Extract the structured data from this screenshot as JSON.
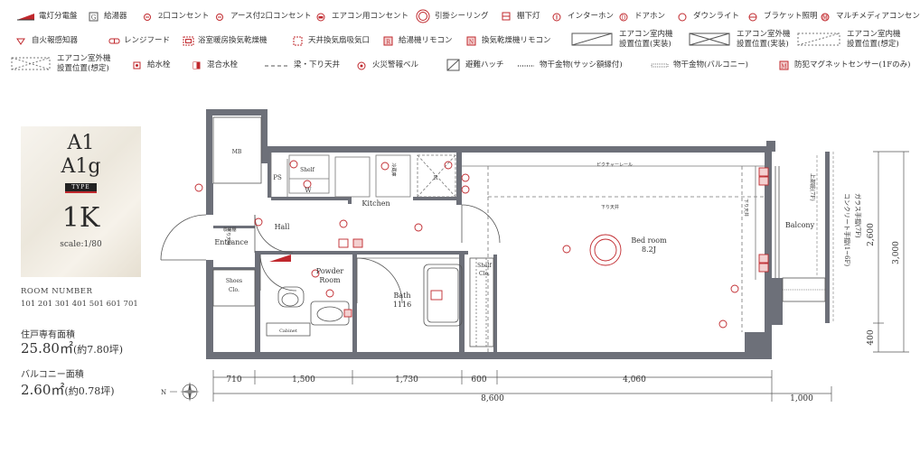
{
  "legend": {
    "row1": [
      "電灯分電盤",
      "給湯器",
      "2口コンセント",
      "アース付2口コンセント",
      "エアコン用コンセント",
      "引掛シーリング",
      "棚下灯",
      "インターホン",
      "ドアホン",
      "ダウンライト",
      "ブラケット照明",
      "マルチメディアコンセント"
    ],
    "row2": [
      "自火報感知器",
      "レンジフード",
      "浴室暖房換気乾燥機",
      "天井換気扇吸気口",
      "給湯機リモコン",
      "換気乾燥機リモコン",
      "エアコン室内機\n設置位置(実装)",
      "エアコン室外機\n設置位置(実装)",
      "エアコン室内機\n設置位置(想定)"
    ],
    "row3": [
      "エアコン室外機\n設置位置(想定)",
      "給水栓",
      "混合水栓",
      "梁・下り天井",
      "火災警報ベル",
      "避難ハッチ",
      "物干金物(サッシ額縁付)",
      "物干金物(バルコニー)",
      "防犯マグネットセンサー(1Fのみ)"
    ],
    "icon_letters": {
      "water_heater": "G",
      "earth": "E",
      "intercom": "I",
      "doorphone": "D",
      "multimedia": "M",
      "shelf_light": "田",
      "remote1": "R",
      "remote2": "N",
      "hatch": "H"
    }
  },
  "card": {
    "type_name_1": "A1",
    "type_name_2": "A1g",
    "type_label": "TYPE",
    "layout": "1K",
    "scale": "scale:1/80"
  },
  "room_info": {
    "room_number_label": "ROOM NUMBER",
    "room_numbers": "101 201 301 401 501 601 701",
    "area_label": "住戸専有面積",
    "area_value": "25.80㎡",
    "area_tsubo": "(約7.80坪)",
    "balcony_label": "バルコニー面積",
    "balcony_value": "2.60㎡",
    "balcony_tsubo": "(約0.78坪)"
  },
  "plan": {
    "rooms": {
      "mb": "MB",
      "ps": "PS",
      "shelf": "Shelf",
      "w": "W",
      "kitchen": "Kitchen",
      "refrigerator": "冷蔵庫",
      "r": "R",
      "entrance": "Entrance",
      "hall": "Hall",
      "shoe_storage": "収納棚",
      "lowered_ceiling": "下り天井",
      "shoes_clo_1": "Shoes",
      "shoes_clo_2": "Clo.",
      "powder_1": "Powder",
      "powder_2": "Room",
      "cabinet": "Cabinet",
      "bath_1": "Bath",
      "bath_2": "1116",
      "shelf_clo_1": "Shelf",
      "shelf_clo_2": "Clo.",
      "picture_rail": "ピクチャーレール",
      "bed_ceiling": "下り天井",
      "bed_1": "Bed room",
      "bed_2": "8.2J",
      "bed_ceiling_v": "下り天井",
      "upper_eave": "上部庇(7F)",
      "balcony": "Balcony",
      "glass_rail_1": "ガラス手摺(7F)",
      "glass_rail_2": "コンクリート手摺(1~6F)"
    },
    "dims_bottom": [
      "710",
      "1,500",
      "1,730",
      "600",
      "4,060"
    ],
    "dim_total": "8,600",
    "dim_balcony": "1,000",
    "dims_right": [
      "2,600",
      "400"
    ],
    "dim_right_total": "3,000",
    "compass": "N"
  },
  "colors": {
    "wall": "#6d7079",
    "accent_red": "#c0282d",
    "line": "#555555"
  }
}
